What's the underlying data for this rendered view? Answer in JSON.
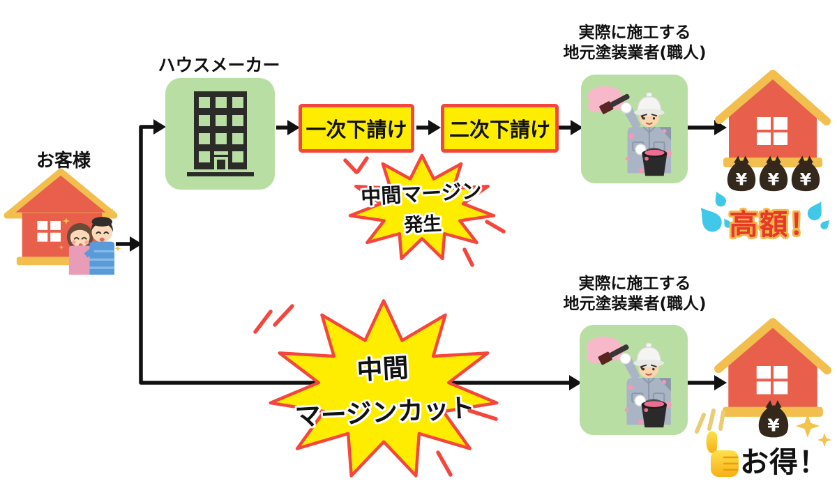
{
  "customer": {
    "label": "お客様"
  },
  "house_maker": {
    "label": "ハウスメーカー"
  },
  "top_flow": {
    "subcontractor_1": {
      "label": "一次下請け"
    },
    "subcontractor_2": {
      "label": "二次下請け"
    },
    "margin_burst": {
      "line1": "中間マージン",
      "line2": "発生"
    },
    "painter": {
      "label_line1": "実際に施工する",
      "label_line2": "地元塗装業者(職人)"
    },
    "money_bags": [
      "¥",
      "¥",
      "¥"
    ],
    "result": {
      "label": "高額！"
    }
  },
  "bottom_flow": {
    "margin_cut_burst": {
      "line1": "中間",
      "line2": "マージンカット"
    },
    "painter": {
      "label_line1": "実際に施工する",
      "label_line2": "地元塗装業者(職人)"
    },
    "money_bags": [
      "¥"
    ],
    "result": {
      "label": "お得！"
    }
  },
  "icons": {
    "customer_art": "house-with-couple-illustration",
    "house_maker": "office-building-icon",
    "painter": "painter-worker-illustration",
    "result_house": "house-icon",
    "money_bag": "money-bag-icon",
    "water_drops": "sweat-drops-icon",
    "thumbs_up": "thumbs-up-icon",
    "sparkles": "sparkle-icon"
  },
  "colors": {
    "box_green": "#b8dea4",
    "highlight_yellow": "#ffed00",
    "accent_red": "#f4463c",
    "line_black": "#111111",
    "house_body": "#e8604c",
    "house_roof": "#f2bf4f",
    "money_bag": "#34281c",
    "expensive_text": "#e8382a",
    "expensive_outline": "#f3b84a",
    "water_drop": "#3fc8e8",
    "thumb_yellow": "#fdd021",
    "sparkle_gold": "#f2c44c"
  }
}
